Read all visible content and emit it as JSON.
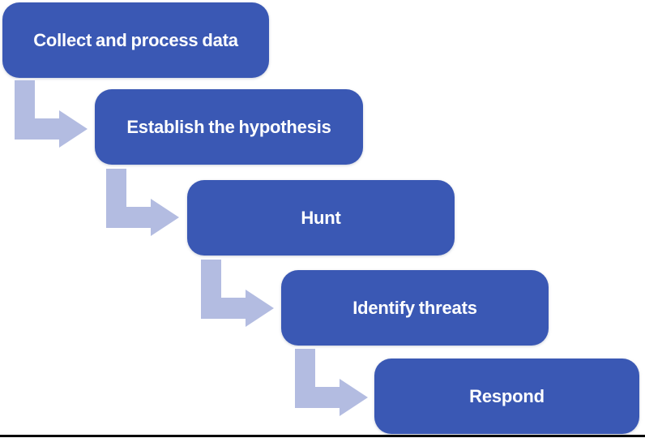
{
  "diagram": {
    "type": "stepped-process-flowchart",
    "steps": [
      {
        "label": "Collect and process data"
      },
      {
        "label": "Establish the hypothesis"
      },
      {
        "label": "Hunt"
      },
      {
        "label": "Identify threats"
      },
      {
        "label": "Respond"
      }
    ],
    "connector_icon": "bent-arrow-down-right",
    "colors": {
      "box_fill": "#3a58b4",
      "arrow_fill": "#b3bce1",
      "label_text": "#ffffff",
      "bottom_rule": "#000000",
      "background": "#ffffff"
    }
  }
}
